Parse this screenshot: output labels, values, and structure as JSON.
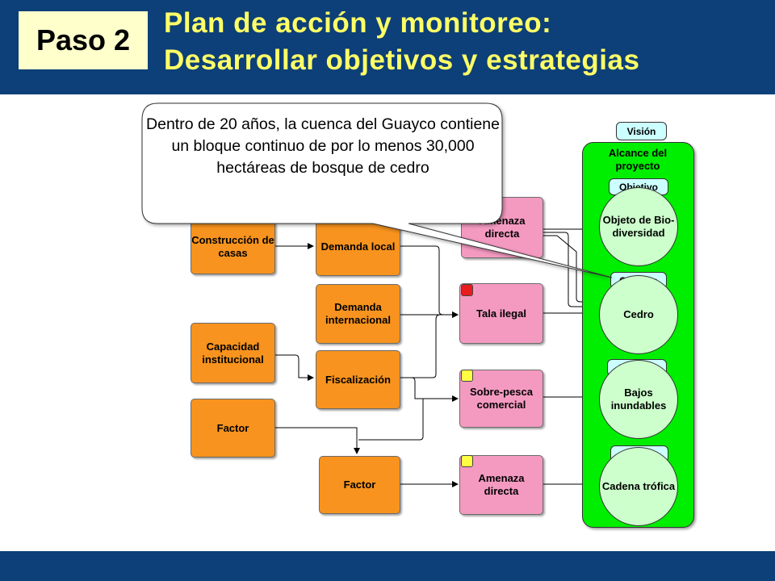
{
  "header": {
    "step": "Paso 2",
    "title_line1": "Plan de acción y monitoreo:",
    "title_line2": "Desarrollar objetivos y estrategias"
  },
  "callout": {
    "text": "Dentro de 20 años, la cuenca del Guayco contiene un bloque continuo de por lo menos 30,000 hectáreas de bosque de cedro"
  },
  "factors": {
    "construccion": "Construcción de casas",
    "demanda_local": "Demanda local",
    "demanda_internacional": "Demanda internacional",
    "capacidad": "Capacidad institucional",
    "fiscalizacion": "Fiscalización",
    "factor_1": "Factor",
    "factor_2": "Factor"
  },
  "threats": {
    "amenaza_top": "Amenaza directa",
    "tala": "Tala ilegal",
    "sobrepesca": "Sobre-pesca comercial",
    "amenaza_bottom": "Amenaza directa"
  },
  "threat_flags": {
    "tala": "#e81c1c",
    "sobrepesca": "#ffff44",
    "amenaza_bottom": "#ffff44"
  },
  "scope": {
    "vision": "Visión",
    "label": "Alcance del proyecto",
    "objective_tag": "Objetivo",
    "targets": [
      "Objeto de Bio-diversidad",
      "Cedro",
      "Bajos inundables",
      "Cadena trófica"
    ]
  },
  "colors": {
    "header_bg": "#0d3f78",
    "title": "#ffff66",
    "factor": "#f7931e",
    "threat": "#f49ac1",
    "scope": "#00ee00",
    "target": "#ccffcc",
    "tag": "#ccffff"
  }
}
